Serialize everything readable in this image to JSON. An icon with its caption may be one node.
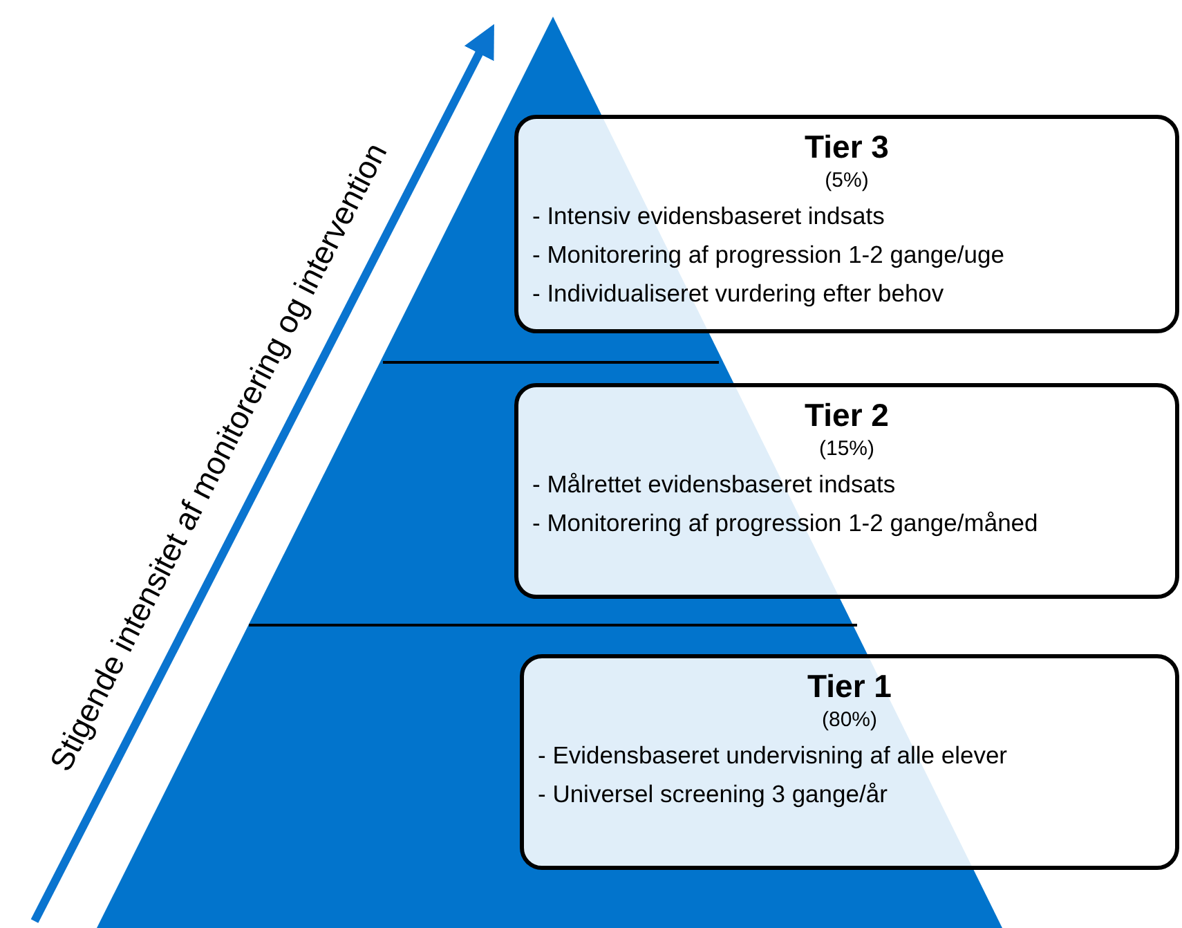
{
  "diagram": {
    "nodes": [
      {
        "text": [
          "Tier 3",
          "(5%)",
          "- Intensiv evidensbaseret indsats",
          "- Monitorering af progression 1-2 gange/uge",
          "- Individualiseret vurdering efter behov"
        ]
      },
      {
        "text": [
          "Tier 2",
          "(15%)",
          "- Målrettet evidensbaseret indsats",
          "- Monitorering af progression 1-2 gange/måned"
        ]
      },
      {
        "text": [
          "Tier 1",
          "(80%)",
          "- Evidensbaseret undervisning af alle elever",
          "- Universel screening 3 gange/år"
        ]
      }
    ],
    "edges": [],
    "labels": [
      "Stigende intensitet af monitorering og intervention"
    ]
  }
}
